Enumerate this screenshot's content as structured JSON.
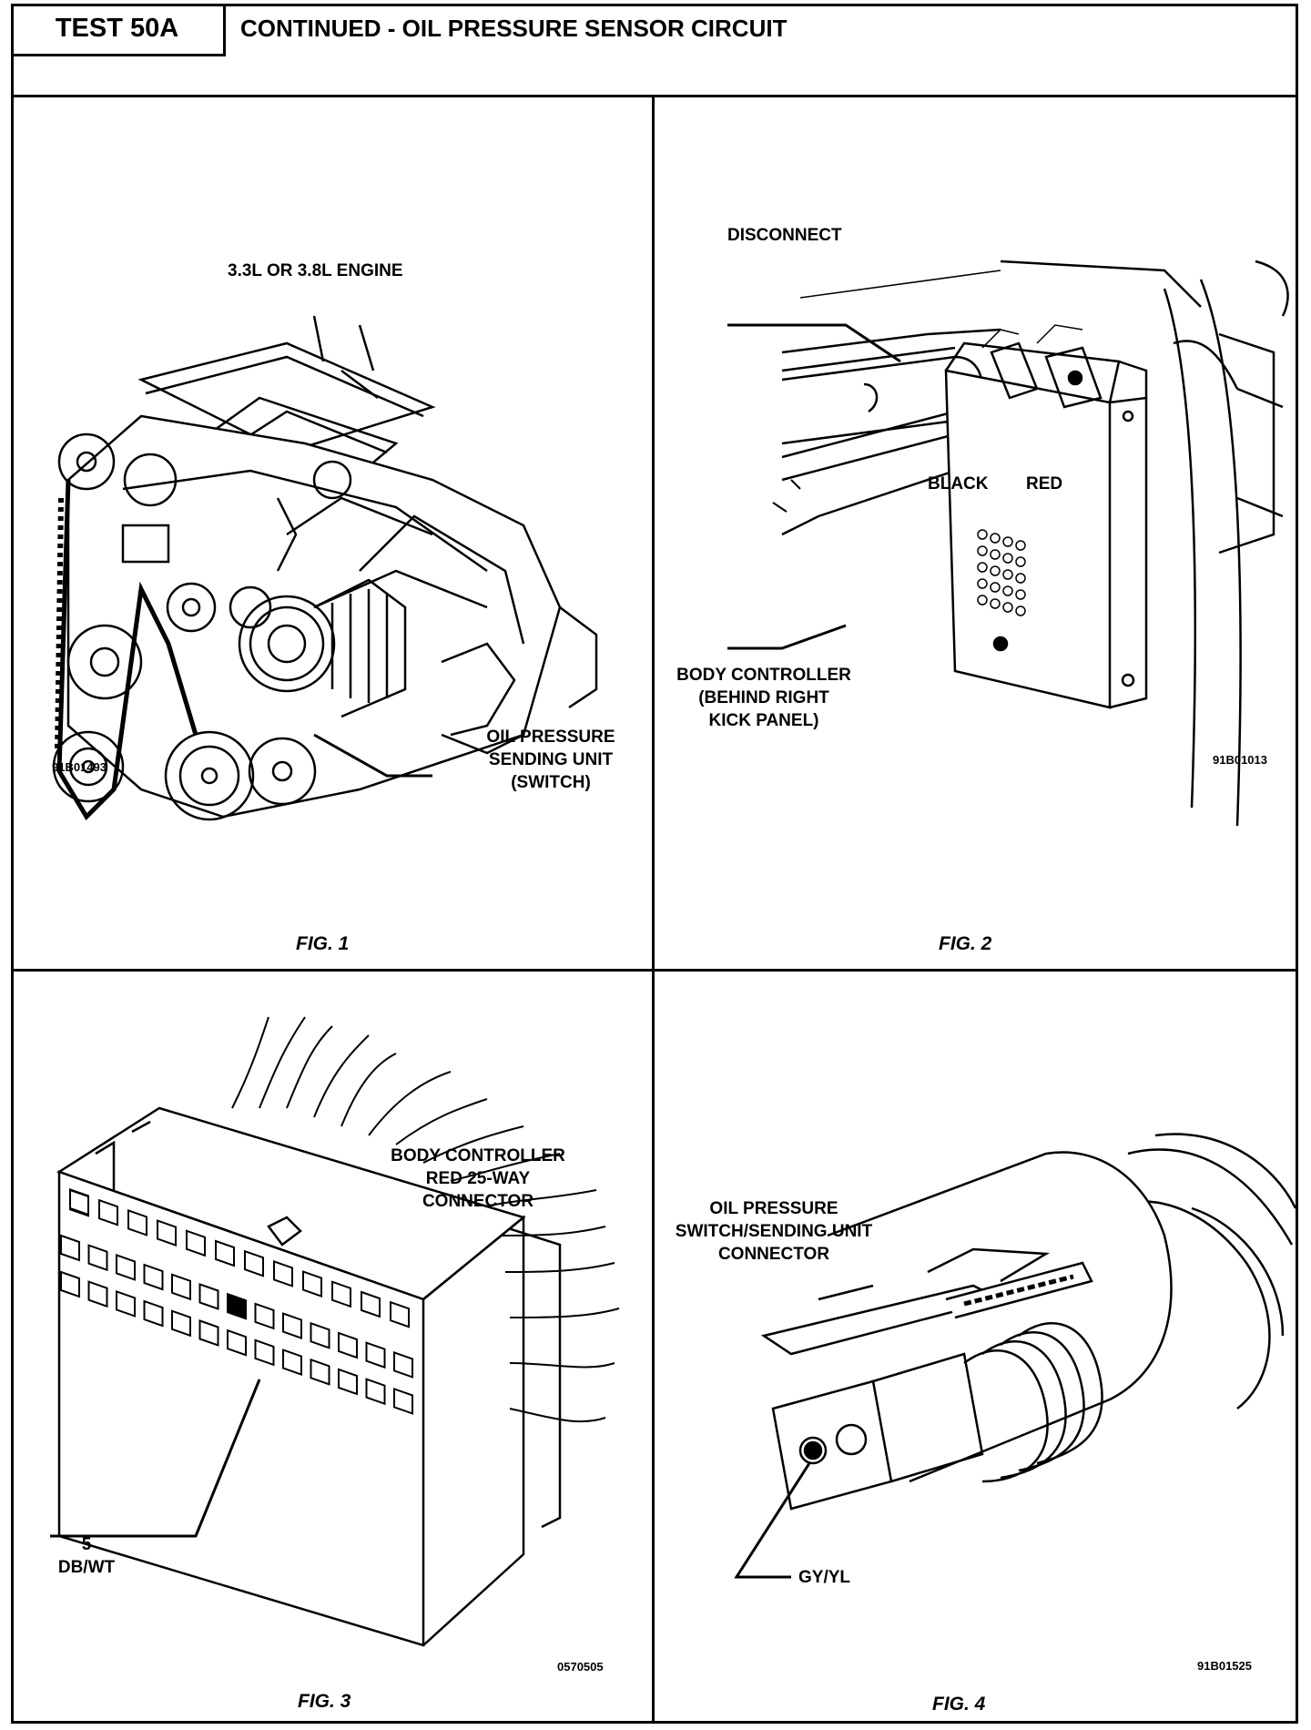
{
  "header": {
    "test_id": "TEST 50A",
    "title": "CONTINUED - OIL PRESSURE SENSOR CIRCUIT"
  },
  "fig1": {
    "engine_label": "3.3L OR 3.8L ENGINE",
    "callout_line1": "OIL PRESSURE",
    "callout_line2": "SENDING UNIT",
    "callout_line3": "(SWITCH)",
    "code": "91B01493",
    "caption": "FIG. 1"
  },
  "fig2": {
    "disconnect": "DISCONNECT",
    "black": "BLACK",
    "red": "RED",
    "body_line1": "BODY CONTROLLER",
    "body_line2": "(BEHIND RIGHT",
    "body_line3": "KICK PANEL)",
    "code": "91B01013",
    "caption": "FIG. 2"
  },
  "fig3": {
    "title_line1": "BODY CONTROLLER",
    "title_line2": "RED 25-WAY",
    "title_line3": "CONNECTOR",
    "pin_number": "5",
    "pin_wire": "DB/WT",
    "code": "0570505",
    "caption": "FIG. 3"
  },
  "fig4": {
    "title_line1": "OIL PRESSURE",
    "title_line2": "SWITCH/SENDING UNIT",
    "title_line3": "CONNECTOR",
    "wire": "GY/YL",
    "code": "91B01525",
    "caption": "FIG. 4"
  }
}
